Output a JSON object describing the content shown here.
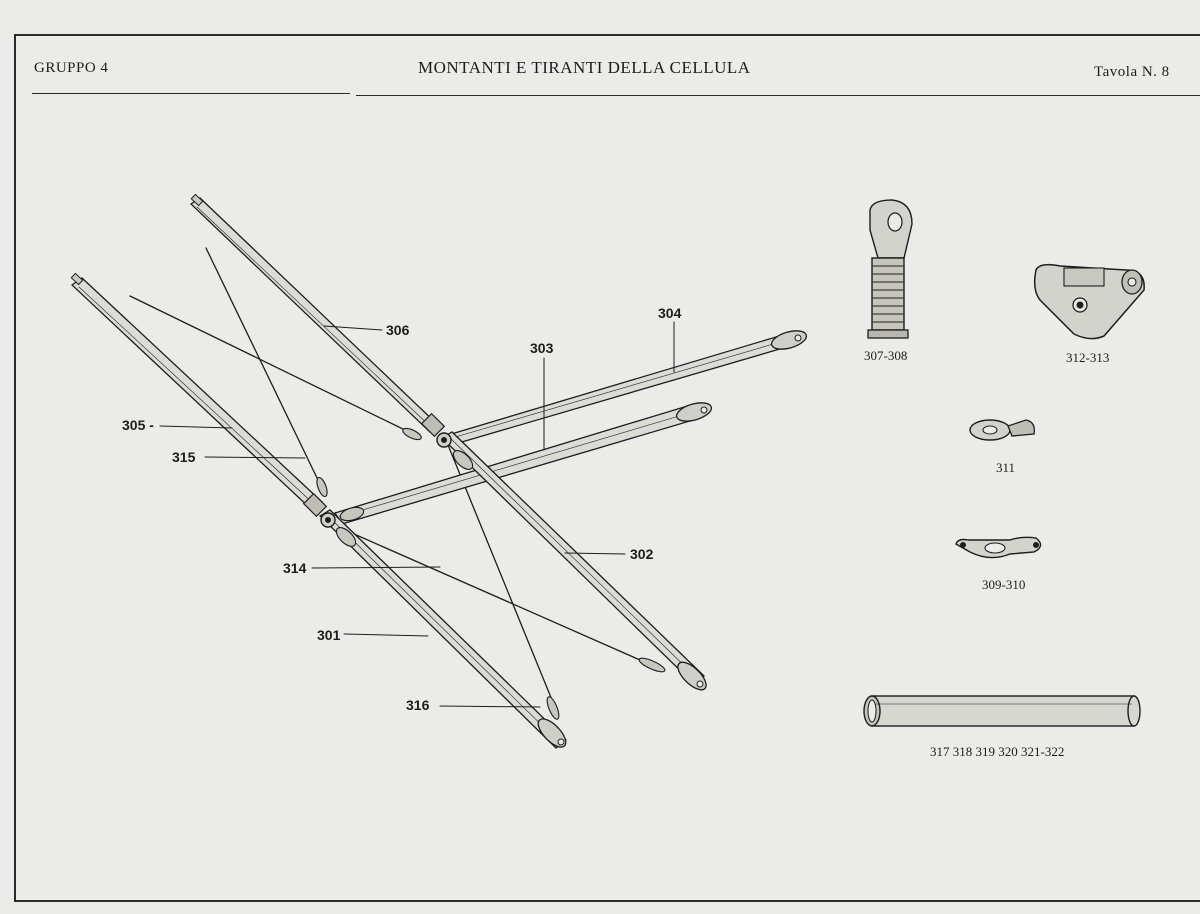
{
  "header": {
    "group": "GRUPPO 4",
    "title": "MONTANTI E TIRANTI DELLA CELLULA",
    "table": "Tavola N. 8"
  },
  "callouts": [
    {
      "id": "c306",
      "text": "306"
    },
    {
      "id": "c304",
      "text": "304"
    },
    {
      "id": "c303",
      "text": "303"
    },
    {
      "id": "c305",
      "text": "305 -"
    },
    {
      "id": "c315",
      "text": "315"
    },
    {
      "id": "c302",
      "text": "302"
    },
    {
      "id": "c314",
      "text": "314"
    },
    {
      "id": "c301",
      "text": "301"
    },
    {
      "id": "c316",
      "text": "316"
    }
  ],
  "parts": [
    {
      "id": "p307",
      "text": "307-308"
    },
    {
      "id": "p312",
      "text": "312-313"
    },
    {
      "id": "p311",
      "text": "311"
    },
    {
      "id": "p309",
      "text": "309-310"
    },
    {
      "id": "p317",
      "text": "317 318 319 320 321-322"
    }
  ],
  "colors": {
    "paper": "#ebebea",
    "ink": "#1d1d1d",
    "strut_fill": "#d9d9d4"
  }
}
